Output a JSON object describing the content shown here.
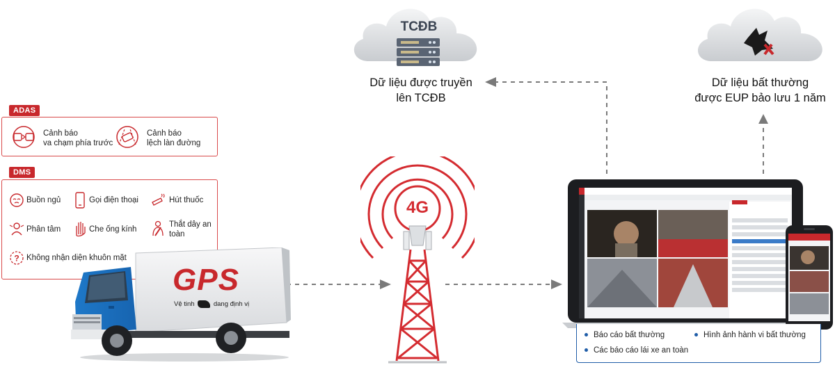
{
  "clouds": {
    "tcdb": {
      "label": "TCĐB",
      "caption_line1": "Dữ liệu được truyền",
      "caption_line2": "lên TCĐB"
    },
    "eup": {
      "caption_line1": "Dữ liệu bất thường",
      "caption_line2": "được EUP bảo lưu 1 năm"
    }
  },
  "adas": {
    "tag": "ADAS",
    "items": [
      {
        "line1": "Cảnh báo",
        "line2": "va chạm phía trước",
        "icon": "collision-warning-icon"
      },
      {
        "line1": "Cảnh báo",
        "line2": "lệch làn đường",
        "icon": "lane-departure-icon"
      }
    ]
  },
  "dms": {
    "tag": "DMS",
    "items": [
      {
        "label": "Buồn ngủ",
        "icon": "drowsy-icon"
      },
      {
        "label": "Gọi điện thoại",
        "icon": "phone-icon"
      },
      {
        "label": "Hút thuốc",
        "icon": "smoking-icon"
      },
      {
        "label": "Phân tâm",
        "icon": "distraction-icon"
      },
      {
        "label": "Che ống kính",
        "icon": "cover-lens-icon"
      },
      {
        "label": "Thắt dây an",
        "label2": "toàn",
        "icon": "seatbelt-icon"
      },
      {
        "label": "Không nhận diện khuôn mặt",
        "icon": "unknown-face-icon"
      }
    ]
  },
  "truck": {
    "brand": "GPS",
    "slogan_left": "Vệ tinh",
    "slogan_right": "dang định vị"
  },
  "tower": {
    "label": "4G"
  },
  "report_box": {
    "items": [
      "Báo cáo bất thường",
      "Hình ảnh hành vi bất thường",
      "Các báo cáo lái xe an toàn"
    ]
  },
  "colors": {
    "accent_red": "#c8282c",
    "arrow_gray": "#7a7a7a",
    "bullet_blue": "#1f5da8",
    "cloud_gray": "#d8dadd"
  }
}
